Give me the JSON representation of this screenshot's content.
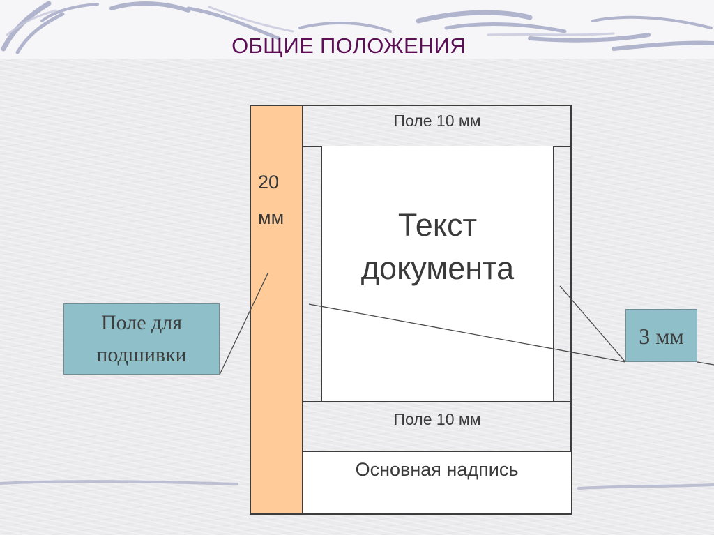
{
  "slide": {
    "title": "ОБЩИЕ ПОЛОЖЕНИЯ"
  },
  "sheet": {
    "binding_margin_label": "20\nмм",
    "top_margin_label": "Поле 10 мм",
    "text_area_label": "Текст\nдокумента",
    "bottom_margin_label": "Поле 10 мм",
    "title_block_label": "Основная надпись"
  },
  "callouts": {
    "binding": "Поле для\nподшивки",
    "gap": "3 мм"
  },
  "colors": {
    "title": "#5c0f55",
    "binding_margin_fill": "#ffcc99",
    "callout_fill": "#8fbfc9"
  }
}
